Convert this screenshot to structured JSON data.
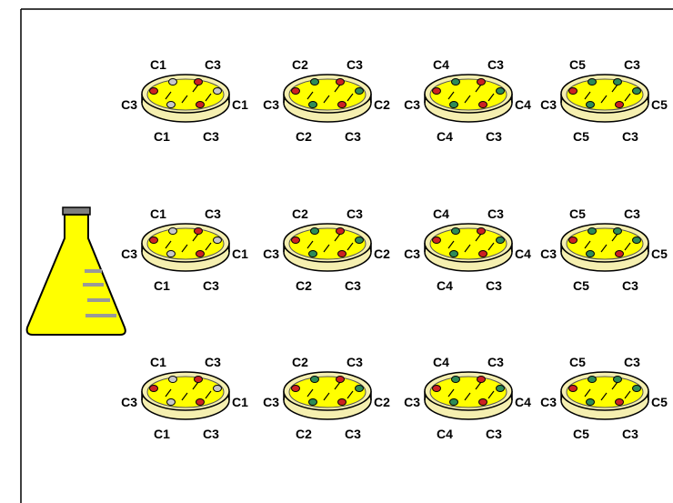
{
  "colors": {
    "agar": "#ffff00",
    "dish_rim": "#f5efb0",
    "flask_liquid": "#ffff00",
    "flask_neck": "#7f7f7f",
    "graduation": "#999999",
    "red_colony": "#cc2222",
    "teal_colony": "#2e8b57",
    "grey_colony": "#c8c8c8",
    "frame": "#000000"
  },
  "icons": {
    "flask": "erlenmeyer-flask-icon",
    "dish": "petri-dish-icon"
  },
  "rows": [
    {
      "dishes": [
        {
          "top_left": "C1",
          "top_right": "C3",
          "left": "C3",
          "right": "C1",
          "bottom_left": "C1",
          "bottom_right": "C3",
          "spots": [
            "red",
            "grey",
            "red",
            "grey",
            "grey",
            "red"
          ]
        },
        {
          "top_left": "C2",
          "top_right": "C3",
          "left": "C3",
          "right": "C2",
          "bottom_left": "C2",
          "bottom_right": "C3",
          "spots": [
            "red",
            "teal",
            "red",
            "teal",
            "teal",
            "red"
          ]
        },
        {
          "top_left": "C4",
          "top_right": "C3",
          "left": "C3",
          "right": "C4",
          "bottom_left": "C4",
          "bottom_right": "C3",
          "spots": [
            "red",
            "teal",
            "red",
            "teal",
            "teal",
            "red"
          ]
        },
        {
          "top_left": "C5",
          "top_right": "C3",
          "left": "C3",
          "right": "C5",
          "bottom_left": "C5",
          "bottom_right": "C3",
          "spots": [
            "red",
            "teal",
            "teal",
            "teal",
            "teal",
            "red"
          ]
        }
      ]
    },
    {
      "dishes": [
        {
          "top_left": "C1",
          "top_right": "C3",
          "left": "C3",
          "right": "C1",
          "bottom_left": "C1",
          "bottom_right": "C3",
          "spots": [
            "red",
            "grey",
            "red",
            "grey",
            "grey",
            "red"
          ]
        },
        {
          "top_left": "C2",
          "top_right": "C3",
          "left": "C3",
          "right": "C2",
          "bottom_left": "C2",
          "bottom_right": "C3",
          "spots": [
            "red",
            "teal",
            "red",
            "teal",
            "teal",
            "red"
          ]
        },
        {
          "top_left": "C4",
          "top_right": "C3",
          "left": "C3",
          "right": "C4",
          "bottom_left": "C4",
          "bottom_right": "C3",
          "spots": [
            "red",
            "teal",
            "red",
            "teal",
            "teal",
            "red"
          ]
        },
        {
          "top_left": "C5",
          "top_right": "C3",
          "left": "C3",
          "right": "C5",
          "bottom_left": "C5",
          "bottom_right": "C3",
          "spots": [
            "red",
            "teal",
            "teal",
            "teal",
            "teal",
            "red"
          ]
        }
      ]
    },
    {
      "dishes": [
        {
          "top_left": "C1",
          "top_right": "C3",
          "left": "C3",
          "right": "C1",
          "bottom_left": "C1",
          "bottom_right": "C3",
          "spots": [
            "red",
            "grey",
            "red",
            "grey",
            "grey",
            "red"
          ]
        },
        {
          "top_left": "C2",
          "top_right": "C3",
          "left": "C3",
          "right": "C2",
          "bottom_left": "C2",
          "bottom_right": "C3",
          "spots": [
            "red",
            "teal",
            "red",
            "teal",
            "teal",
            "red"
          ]
        },
        {
          "top_left": "C4",
          "top_right": "C3",
          "left": "C3",
          "right": "C4",
          "bottom_left": "C4",
          "bottom_right": "C3",
          "spots": [
            "red",
            "teal",
            "red",
            "teal",
            "teal",
            "red"
          ]
        },
        {
          "top_left": "C5",
          "top_right": "C3",
          "left": "C3",
          "right": "C5",
          "bottom_left": "C5",
          "bottom_right": "C3",
          "spots": [
            "red",
            "teal",
            "teal",
            "teal",
            "teal",
            "red"
          ]
        }
      ]
    }
  ]
}
